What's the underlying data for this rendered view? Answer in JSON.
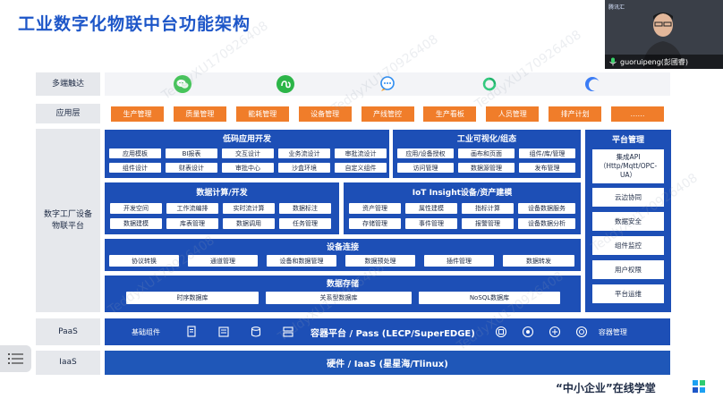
{
  "title": "工业数字化物联中台功能架构",
  "webcam": {
    "brand": "腾讯汇",
    "name": "guoruipeng(彭國睿)"
  },
  "labels": {
    "touch": "多端触达",
    "app": "应用层",
    "platform": "数字工厂设备物联平台",
    "paas": "PaaS",
    "iaas": "IaaS"
  },
  "touch_icons": [
    "wechat-icon",
    "mini-program-icon",
    "chat-bubble-icon",
    "loop-icon",
    "crescent-icon"
  ],
  "app_items": [
    "生产管理",
    "质量管理",
    "能耗管理",
    "设备管理",
    "产线管控",
    "生产看板",
    "人员管理",
    "排产计划",
    "……"
  ],
  "lowcode": {
    "header": "低码应用开发",
    "rows": [
      [
        "应用模板",
        "BI报表",
        "交互设计",
        "业务流设计",
        "审批流设计"
      ],
      [
        "组件设计",
        "财表设计",
        "审批中心",
        "沙盒环境",
        "自定义组件"
      ]
    ]
  },
  "iotviz": {
    "header": "工业可视化/组态",
    "rows": [
      [
        "应用/设备授权",
        "画布和页面",
        "组件/库/管理"
      ],
      [
        "访问管理",
        "数据源管理",
        "发布管理"
      ]
    ]
  },
  "compute": {
    "header": "数据计算/开发",
    "rows": [
      [
        "开发空间",
        "工作流编排",
        "实时流计算",
        "数据标注"
      ],
      [
        "数据建模",
        "库表管理",
        "数据调用",
        "任务管理"
      ]
    ]
  },
  "insight": {
    "header": "IoT Insight设备/资产建模",
    "rows": [
      [
        "资产管理",
        "属性建模",
        "指标计算",
        "设备数据服务"
      ],
      [
        "存储管理",
        "事件管理",
        "报警管理",
        "设备数据分析"
      ]
    ]
  },
  "platform_mgmt": {
    "header": "平台管理",
    "items": [
      "集成API（Http/Mqtt/OPC-UA）",
      "云边协同",
      "数据安全",
      "组件监控",
      "用户权限",
      "平台运维"
    ]
  },
  "connect": {
    "header": "设备连接",
    "items": [
      "协议转换",
      "通道管理",
      "设备和数据管理",
      "数据预处理",
      "插件管理",
      "数据转发"
    ]
  },
  "storage": {
    "header": "数据存储",
    "items": [
      "时序数据库",
      "关系型数据库",
      "NoSQL数据库"
    ]
  },
  "paas": {
    "left": "基础组件",
    "center": "容器平台 / Pass (LECP/SuperEDGE)",
    "right": "容器管理"
  },
  "iaas": {
    "text": "硬件 / IaaS (星星海/Tlinux)"
  },
  "footer": {
    "text": "“中小企业”在线学堂"
  },
  "watermark": "TeddyXU170926408",
  "colors": {
    "title": "#1d56c8",
    "platform_blue": "#1d4fb6",
    "orange": "#f07d2a",
    "label_gray": "#e6e8ec"
  }
}
